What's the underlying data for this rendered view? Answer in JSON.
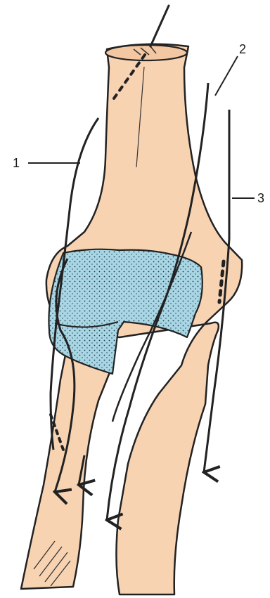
{
  "labels": {
    "one": "1",
    "two": "2",
    "three": "3"
  },
  "colors": {
    "bone_fill": "#f7d3b2",
    "cartilage_fill": "#a9d6e5",
    "outline": "#222222",
    "background": "#ffffff"
  }
}
